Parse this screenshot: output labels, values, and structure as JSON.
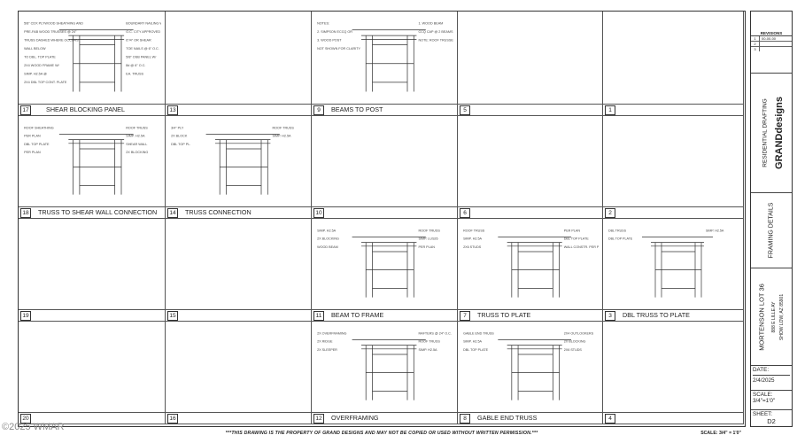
{
  "details": [
    {
      "num": "17",
      "label": "SHEAR BLOCKING PANEL",
      "notes": [
        "5/8\" CDX PLYWOOD SHEATHING AND",
        "BOUNDARY NAILING W/ 8d @ 6\" O.C.",
        "PRE-FAB WOOD TRUSSES @ 24\"",
        "O.C. CITY APPROVED SCISSOR",
        "TRUSS DASHED WHERE OCCURS",
        "6\"/4\" OR SHEAR",
        "WALL BELOW",
        "TOE NAILS @ 6\" O.C.",
        "TO DBL. TOP PLATE",
        "5/8\" OSB PANEL W/",
        "2X4 WOOD FRAME W/",
        "8d @ 6\" O.C.",
        "SIMP. H2.5A @",
        "EA. TRUSS",
        "2X4 DBL TOP CONT. PLATE"
      ]
    },
    {
      "num": "13",
      "label": "",
      "notes": []
    },
    {
      "num": "9",
      "label": "BEAMS TO POST",
      "notes": [
        "NOTES:",
        "1. WOOD BEAM",
        "2. SIMPSON ECCQ OR",
        "CCQ CAP @ 2 BEAMS",
        "3. WOOD POST",
        "NOTE: ROOF TRUSSES",
        "NOT SHOWN FOR CLARITY"
      ]
    },
    {
      "num": "5",
      "label": "",
      "notes": []
    },
    {
      "num": "1",
      "label": "",
      "notes": []
    },
    {
      "num": "18",
      "label": "TRUSS TO SHEAR WALL CONNECTION",
      "notes": [
        "ROOF SHEATHING",
        "ROOF TRUSS",
        "PER PLAN",
        "SIMP. H2.5A",
        "DBL TOP PLATE",
        "SHEAR WALL",
        "PER PLAN",
        "2X BLOCKING"
      ]
    },
    {
      "num": "14",
      "label": "TRUSS CONNECTION",
      "notes": [
        "3/4\" PLY",
        "ROOF TRUSS",
        "2X BLOCK",
        "SIMP. H2.5A",
        "DBL TOP PL."
      ]
    },
    {
      "num": "10",
      "label": "",
      "notes": []
    },
    {
      "num": "6",
      "label": "",
      "notes": []
    },
    {
      "num": "2",
      "label": "",
      "notes": []
    },
    {
      "num": "19",
      "label": "",
      "notes": []
    },
    {
      "num": "15",
      "label": "",
      "notes": []
    },
    {
      "num": "11",
      "label": "BEAM TO FRAME",
      "notes": [
        "SIMP. H2.5A",
        "ROOF TRUSS",
        "2X BLOCKING",
        "SIMP. LUS26",
        "WOOD BEAM",
        "PER PLAN"
      ]
    },
    {
      "num": "7",
      "label": "TRUSS TO PLATE",
      "notes": [
        "ROOF TRUSS",
        "PER PLAN",
        "SIMP. H2.5A",
        "DBL TOP PLATE",
        "2X6 STUDS",
        "WALL CONSTR. PER PLAN"
      ]
    },
    {
      "num": "3",
      "label": "DBL TRUSS TO PLATE",
      "notes": [
        "DBL TRUSS",
        "SIMP. H2.5A",
        "DBL TOP PLATE"
      ]
    },
    {
      "num": "20",
      "label": "",
      "notes": []
    },
    {
      "num": "16",
      "label": "",
      "notes": []
    },
    {
      "num": "12",
      "label": "OVERFRAMING",
      "notes": [
        "2X OVERFRAMING",
        "RAFTERS @ 24\" O.C.",
        "2X RIDGE",
        "ROOF TRUSS",
        "2X SLEEPER",
        "SIMP. H2.5A"
      ]
    },
    {
      "num": "8",
      "label": "GABLE END TRUSS",
      "notes": [
        "GABLE END TRUSS",
        "2X4 OUTLOOKERS",
        "SIMP. H2.5A",
        "2X BLOCKING",
        "DBL TOP PLATE",
        "2X6 STUDS"
      ]
    },
    {
      "num": "4",
      "label": "",
      "notes": []
    }
  ],
  "footer": {
    "disclaimer": "***THIS DRAWING IS THE PROPERTY OF GRAND DESIGNS AND MAY NOT BE COPIED OR USED WITHOUT WRITTEN PERMISSION.***",
    "scale": "SCALE: 3/4\" = 1'0\""
  },
  "watermark": "©2025 WMAR",
  "title_block": {
    "revisions_label": "REVISIONS",
    "revisions": [
      "1",
      "2",
      "3"
    ],
    "revision_date": "00-00-00",
    "company_sub": "RESIDENTIAL DRAFTING",
    "company_logo_text": "GRANDdesigns",
    "sheet_title": "FRAMING DETAILS",
    "project": "MORTENSON LOT 36",
    "address": "888 E LILLE AY",
    "city": "SHOW LOW, AZ 85901",
    "date_label": "DATE:",
    "date": "2/4/2025",
    "scale_label": "SCALE:",
    "scale": "3/4\"=1'0\"",
    "sheet_label": "SHEET:",
    "sheet": "D2"
  }
}
